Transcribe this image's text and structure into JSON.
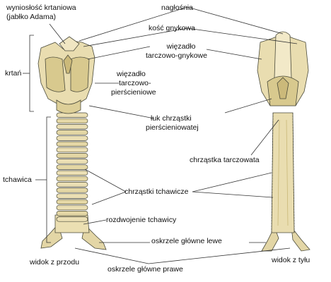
{
  "labels": {
    "wyniosklosc_1": "wyniosłość krtaniowa",
    "wyniosklosc_2": "(jabłko Adama)",
    "naglosnia": "nagłośnia",
    "kosc_gnykowa": "kość gnykowa",
    "wiazadlo_tg_1": "więzadło",
    "wiazadlo_tg_2": "tarczowo-gnykowe",
    "krtan": "krtań",
    "wiazadlo_tp_1": "więzadło",
    "wiazadlo_tp_2": "tarczowo-",
    "wiazadlo_tp_3": "pierścieniowe",
    "luk_1": "łuk chrząstki",
    "luk_2": "pierścieniowatej",
    "chrzastka_tarczowata": "chrząstka tarczowata",
    "tchawica": "tchawica",
    "chrzastki_tchawicze": "chrząstki tchawicze",
    "rozdwojenie": "rozdwojenie tchawicy",
    "oskrzele_lewe": "oskrzele główne lewe",
    "widok_przod": "widok z przodu",
    "widok_tyl": "widok z tyłu",
    "oskrzele_prawe": "oskrzele główne prawe"
  },
  "colors": {
    "cartilage": "#e9ddb0",
    "cartilage_shade": "#c9b878",
    "outline": "#4a4a3a",
    "leader": "#333333"
  }
}
